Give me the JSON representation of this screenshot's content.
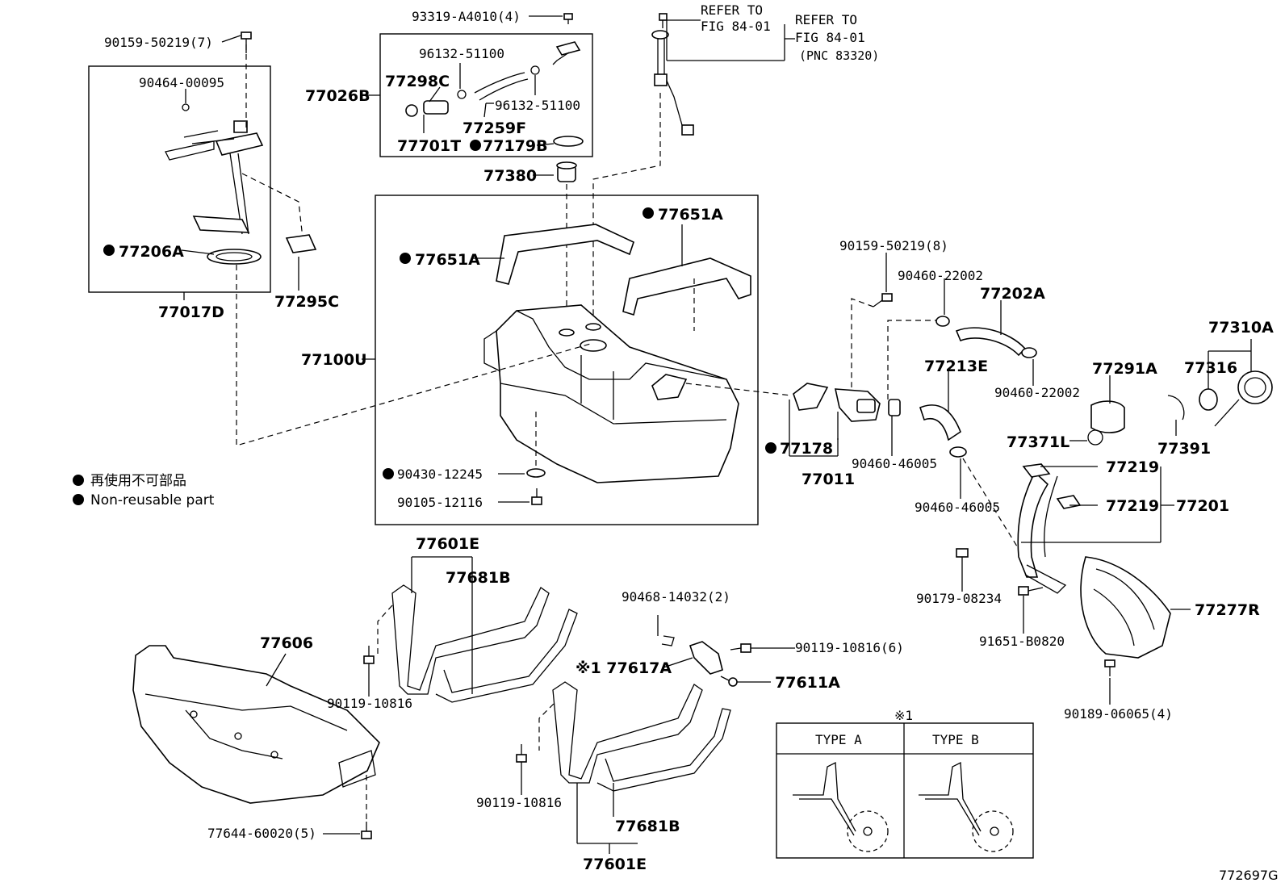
{
  "figure_id": "772697G",
  "legend": {
    "jp": "再使用不可部品",
    "en": "Non-reusable part"
  },
  "refer": {
    "line1a": "REFER TO",
    "line1b": "FIG 84-01",
    "line2a": "REFER TO",
    "line2b": "FIG 84-01",
    "line2c": "(PNC 83320)"
  },
  "types": {
    "note": "※1",
    "a": "TYPE A",
    "b": "TYPE B"
  },
  "labels": {
    "p93319": "93319-A4010(4)",
    "p90159a": "90159-50219(7)",
    "p90464": "90464-00095",
    "p96132a": "96132-51100",
    "p77298C": "77298C",
    "p96132b": "96132-51100",
    "p77026B": "77026B",
    "p77259F": "77259F",
    "p77701T": "77701T",
    "p77179B": "77179B",
    "p77380": "77380",
    "p77206A": "77206A",
    "p77295C": "77295C",
    "p77017D": "77017D",
    "p77651A_l": "77651A",
    "p77651A_r": "77651A",
    "p77100U": "77100U",
    "p90430": "90430-12245",
    "p90105": "90105-12116",
    "p90159b": "90159-50219(8)",
    "p90460a": "90460-22002",
    "p77202A": "77202A",
    "p90460b": "90460-22002",
    "p77310A": "77310A",
    "p77316": "77316",
    "p77291A": "77291A",
    "p77213E": "77213E",
    "p77178": "77178",
    "p77011": "77011",
    "p90460c": "90460-46005",
    "p77371L": "77371L",
    "p77391": "77391",
    "p90460d": "90460-46005",
    "p77219a": "77219",
    "p77219b": "77219",
    "p77201": "77201",
    "p90179": "90179-08234",
    "p91651": "91651-B0820",
    "p77277R": "77277R",
    "p90189": "90189-06065(4)",
    "p77601E_t": "77601E",
    "p77681B_t": "77681B",
    "p90468": "90468-14032(2)",
    "p90119a": "90119-10816(6)",
    "p77617A": "※1 77617A",
    "p77611A": "77611A",
    "p77606": "77606",
    "p90119b": "90119-10816",
    "p90119c": "90119-10816",
    "p77681B_b": "77681B",
    "p77644": "77644-60020(5)",
    "p77601E_b": "77601E"
  }
}
